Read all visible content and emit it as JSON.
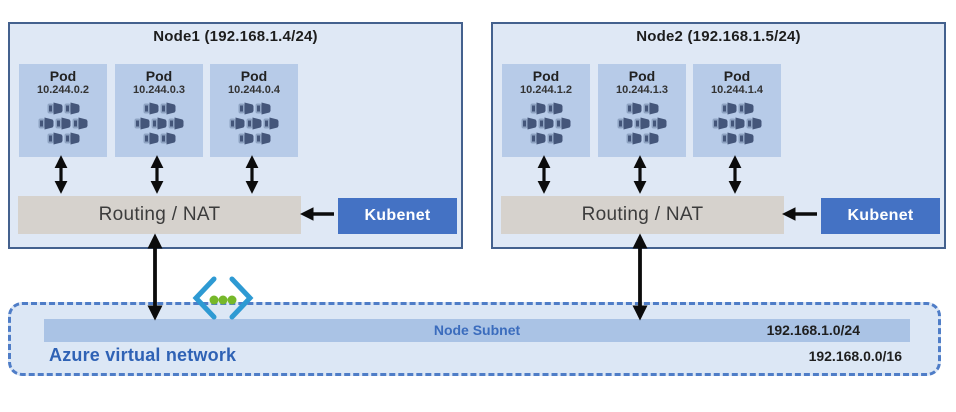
{
  "nodes": [
    {
      "title": "Node1 (192.168.1.4/24)",
      "pods": [
        {
          "label": "Pod",
          "ip": "10.244.0.2"
        },
        {
          "label": "Pod",
          "ip": "10.244.0.3"
        },
        {
          "label": "Pod",
          "ip": "10.244.0.4"
        }
      ],
      "routing_label": "Routing / NAT",
      "kubenet_label": "Kubenet"
    },
    {
      "title": "Node2 (192.168.1.5/24)",
      "pods": [
        {
          "label": "Pod",
          "ip": "10.244.1.2"
        },
        {
          "label": "Pod",
          "ip": "10.244.1.3"
        },
        {
          "label": "Pod",
          "ip": "10.244.1.4"
        }
      ],
      "routing_label": "Routing / NAT",
      "kubenet_label": "Kubenet"
    }
  ],
  "vnet": {
    "label": "Azure virtual network",
    "subnet_label": "Node Subnet",
    "subnet_cidr": "192.168.1.0/24",
    "vnet_cidr": "192.168.0.0/16"
  },
  "icons": {
    "pod_icon": "pod-containers-icon",
    "vnet_icon": "virtual-network-icon"
  },
  "colors": {
    "node_fill": "#dfe8f5",
    "node_border": "#44618e",
    "pod_fill": "#b7cbe8",
    "routing_fill": "#d6d2cd",
    "kubenet_fill": "#4472c4",
    "kubenet_text": "#ffffff",
    "subnet_band_fill": "#aac3e5",
    "subnet_label_text": "#3b6cbd",
    "vnet_label_text": "#2f62b5",
    "vnet_border": "#4f7dc7",
    "vnet_fill": "#dce7f5",
    "arrow": "#0c0c0c",
    "vnet_icon_blue": "#2e9ad3",
    "vnet_icon_green": "#76b82a",
    "container_icon_dark": "#44567a",
    "container_icon_light": "#8ea3c2"
  }
}
